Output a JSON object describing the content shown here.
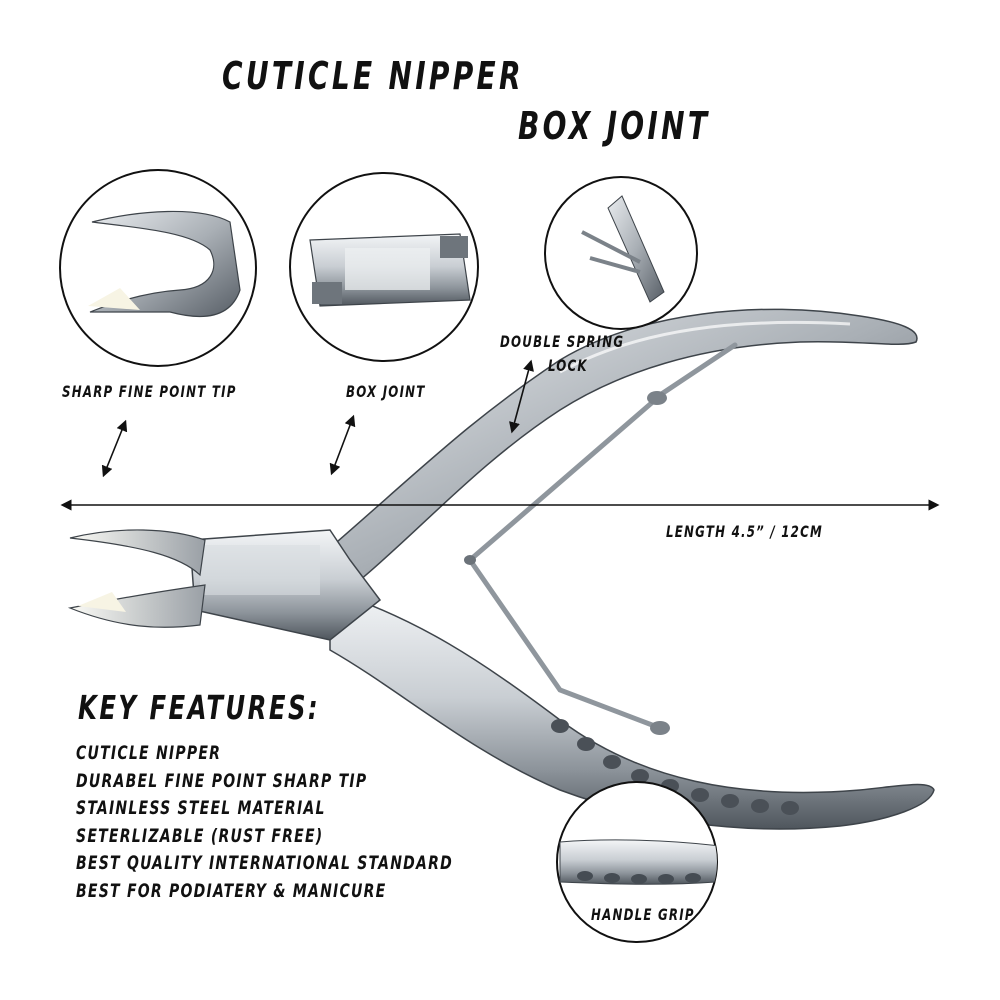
{
  "title": {
    "line1": "CUTICLE NIPPER",
    "line2": "BOX JOINT"
  },
  "callouts": {
    "tip": "SHARP FINE POINT TIP",
    "box_joint": "BOX JOINT",
    "spring_line1": "DOUBLE SPRING",
    "spring_line2": "LOCK",
    "length": "LENGTH 4.5”  /  12CM",
    "handle": "HANDLE GRIP"
  },
  "key_features": {
    "heading": "KEY FEATURES:",
    "items": [
      "CUTICLE NIPPER",
      "DURABEL FINE POINT SHARP TIP",
      "STAINLESS STEEL MATERIAL",
      "SETERLIZABLE (RUST FREE)",
      "BEST QUALITY INTERNATIONAL STANDARD",
      "BEST FOR PODIATERY & MANICURE"
    ]
  },
  "colors": {
    "ink": "#111111",
    "steel_light": "#e6e9ec",
    "steel_dark": "#5b626a"
  }
}
